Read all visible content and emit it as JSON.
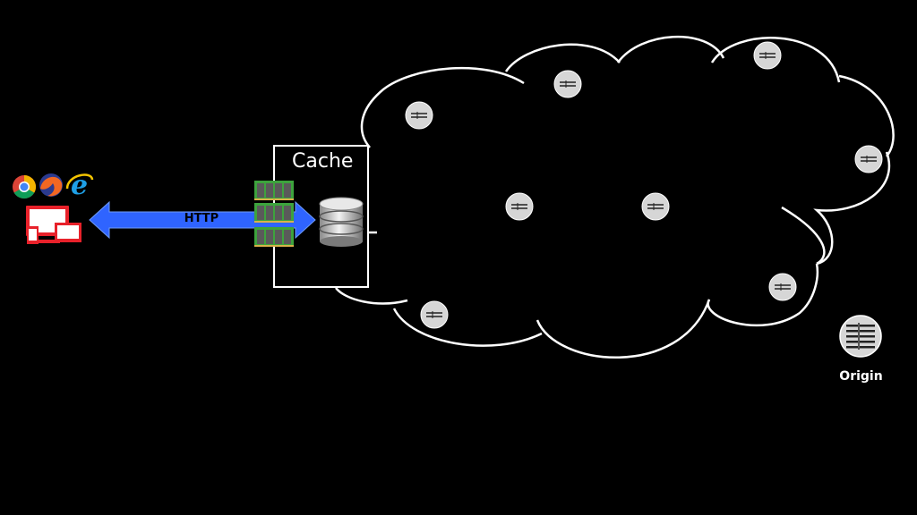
{
  "diagram": {
    "cache_label": "Cache",
    "http_label": "HTTP",
    "origin_label": "Origin",
    "colors": {
      "background": "#000000",
      "arrow": "#2f64ff",
      "cloud_stroke": "#ffffff",
      "node_fill": "#d6d6d6",
      "ram_green": "#3da33d"
    },
    "icons": [
      "chrome-icon",
      "firefox-icon",
      "ie-icon",
      "devices-icon",
      "ram-icon",
      "database-icon",
      "server-node-icon",
      "origin-server-icon"
    ],
    "nodes": [
      "edge-node-1",
      "edge-node-2",
      "edge-node-3",
      "edge-node-4",
      "edge-node-5",
      "edge-node-6",
      "edge-node-7",
      "edge-node-8"
    ]
  }
}
